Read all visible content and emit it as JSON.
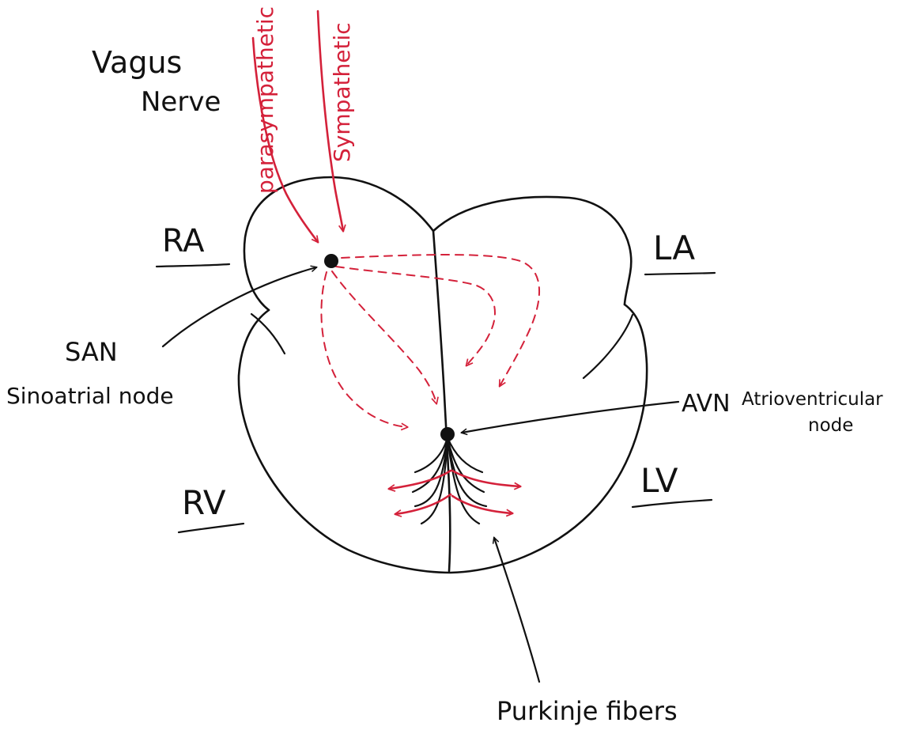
{
  "colors": {
    "ink": "#111111",
    "red": "#d4213a",
    "background": "#ffffff"
  },
  "labels": {
    "vagus_line1": "Vagus",
    "vagus_line2": "Nerve",
    "parasympathetic": "parasympathetic",
    "sympathetic": "Sympathetic",
    "ra": "RA",
    "la": "LA",
    "rv": "RV",
    "lv": "LV",
    "san": "SAN",
    "san_full": "Sinoatrial node",
    "avn": "AVN",
    "avn_full_line1": "Atrioventricular",
    "avn_full_line2": "node",
    "purkinje": "Purkinje fibers"
  },
  "icons": {
    "san_dot": "filled-circle",
    "avn_dot": "filled-circle"
  }
}
